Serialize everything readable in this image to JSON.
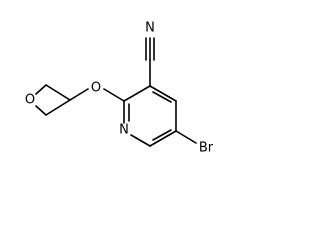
{
  "molecule": {
    "atoms": {
      "nitrile_n": "N",
      "ether_o": "O",
      "ring_n": "N",
      "oxetane_o": "O",
      "bromine": "Br"
    }
  }
}
